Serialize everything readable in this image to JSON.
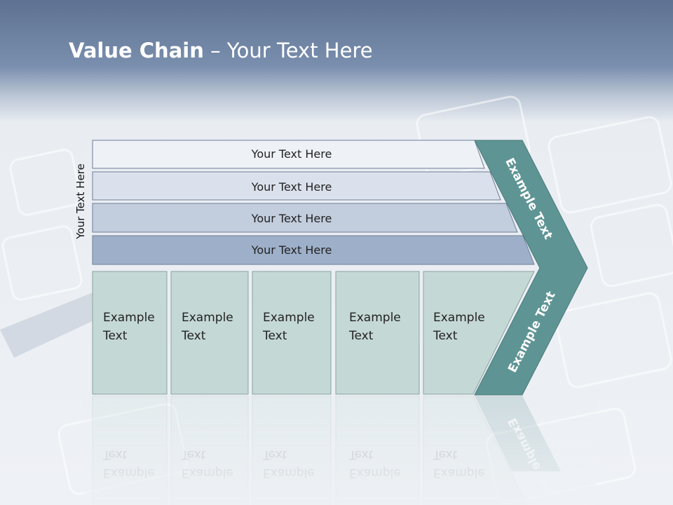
{
  "title": {
    "bold": "Value Chain",
    "rest": " – Your Text Here"
  },
  "side_label": "Your Text Here",
  "rows": [
    "Your Text Here",
    "Your Text Here",
    "Your Text Here",
    "Your Text Here"
  ],
  "boxes": [
    {
      "line1": "Example",
      "line2": "Text"
    },
    {
      "line1": "Example",
      "line2": "Text"
    },
    {
      "line1": "Example",
      "line2": "Text"
    },
    {
      "line1": "Example",
      "line2": "Text"
    },
    {
      "line1": "Example",
      "line2": "Text"
    }
  ],
  "chevron": {
    "upper": "Example Text",
    "lower": "Example Text"
  },
  "colors": {
    "row1": "#eef1f6",
    "row2": "#dbe1ec",
    "row3": "#c2cddd",
    "row4": "#9eb0c9",
    "box": "#c4d8d5",
    "chevron": "#5f9494"
  }
}
